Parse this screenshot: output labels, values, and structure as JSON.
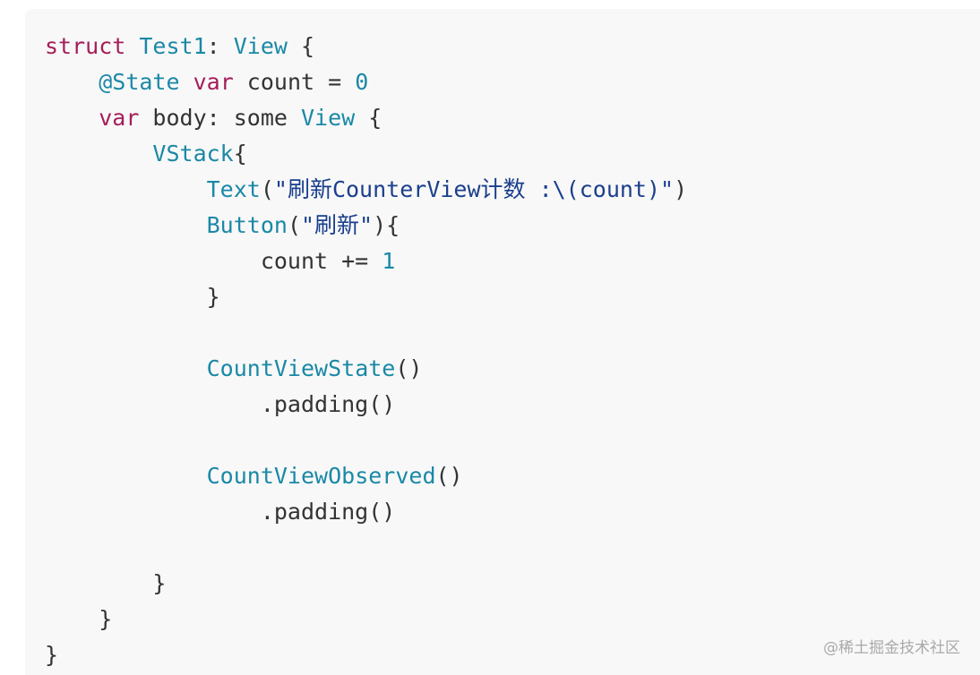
{
  "code": {
    "lines": [
      [
        {
          "t": "struct",
          "c": "kw"
        },
        {
          "t": " ",
          "c": "pl"
        },
        {
          "t": "Test1",
          "c": "type"
        },
        {
          "t": ": ",
          "c": "pl"
        },
        {
          "t": "View",
          "c": "type"
        },
        {
          "t": " {",
          "c": "pl"
        }
      ],
      [
        {
          "t": "    ",
          "c": "pl"
        },
        {
          "t": "@State",
          "c": "attr"
        },
        {
          "t": " ",
          "c": "pl"
        },
        {
          "t": "var",
          "c": "kw"
        },
        {
          "t": " count = ",
          "c": "pl"
        },
        {
          "t": "0",
          "c": "num"
        }
      ],
      [
        {
          "t": "    ",
          "c": "pl"
        },
        {
          "t": "var",
          "c": "kw"
        },
        {
          "t": " body: some ",
          "c": "pl"
        },
        {
          "t": "View",
          "c": "type"
        },
        {
          "t": " {",
          "c": "pl"
        }
      ],
      [
        {
          "t": "        ",
          "c": "pl"
        },
        {
          "t": "VStack",
          "c": "type"
        },
        {
          "t": "{",
          "c": "pl"
        }
      ],
      [
        {
          "t": "            ",
          "c": "pl"
        },
        {
          "t": "Text",
          "c": "type"
        },
        {
          "t": "(",
          "c": "pl"
        },
        {
          "t": "\"刷新CounterView计数 :\\(count)\"",
          "c": "str"
        },
        {
          "t": ")",
          "c": "pl"
        }
      ],
      [
        {
          "t": "            ",
          "c": "pl"
        },
        {
          "t": "Button",
          "c": "type"
        },
        {
          "t": "(",
          "c": "pl"
        },
        {
          "t": "\"刷新\"",
          "c": "str"
        },
        {
          "t": "){",
          "c": "pl"
        }
      ],
      [
        {
          "t": "                count += ",
          "c": "pl"
        },
        {
          "t": "1",
          "c": "num"
        }
      ],
      [
        {
          "t": "            }",
          "c": "pl"
        }
      ],
      [],
      [
        {
          "t": "            ",
          "c": "pl"
        },
        {
          "t": "CountViewState",
          "c": "type"
        },
        {
          "t": "()",
          "c": "pl"
        }
      ],
      [
        {
          "t": "                .padding()",
          "c": "pl"
        }
      ],
      [],
      [
        {
          "t": "            ",
          "c": "pl"
        },
        {
          "t": "CountViewObserved",
          "c": "type"
        },
        {
          "t": "()",
          "c": "pl"
        }
      ],
      [
        {
          "t": "                .padding()",
          "c": "pl"
        }
      ],
      [],
      [
        {
          "t": "        }",
          "c": "pl"
        }
      ],
      [
        {
          "t": "    }",
          "c": "pl"
        }
      ],
      [
        {
          "t": "}",
          "c": "pl"
        }
      ]
    ]
  },
  "watermark": "@稀土掘金技术社区",
  "colors": {
    "keyword": "#a41e59",
    "type": "#1a88a6",
    "string": "#1a3f8c",
    "plain": "#333333",
    "background": "#f8f8f8"
  }
}
